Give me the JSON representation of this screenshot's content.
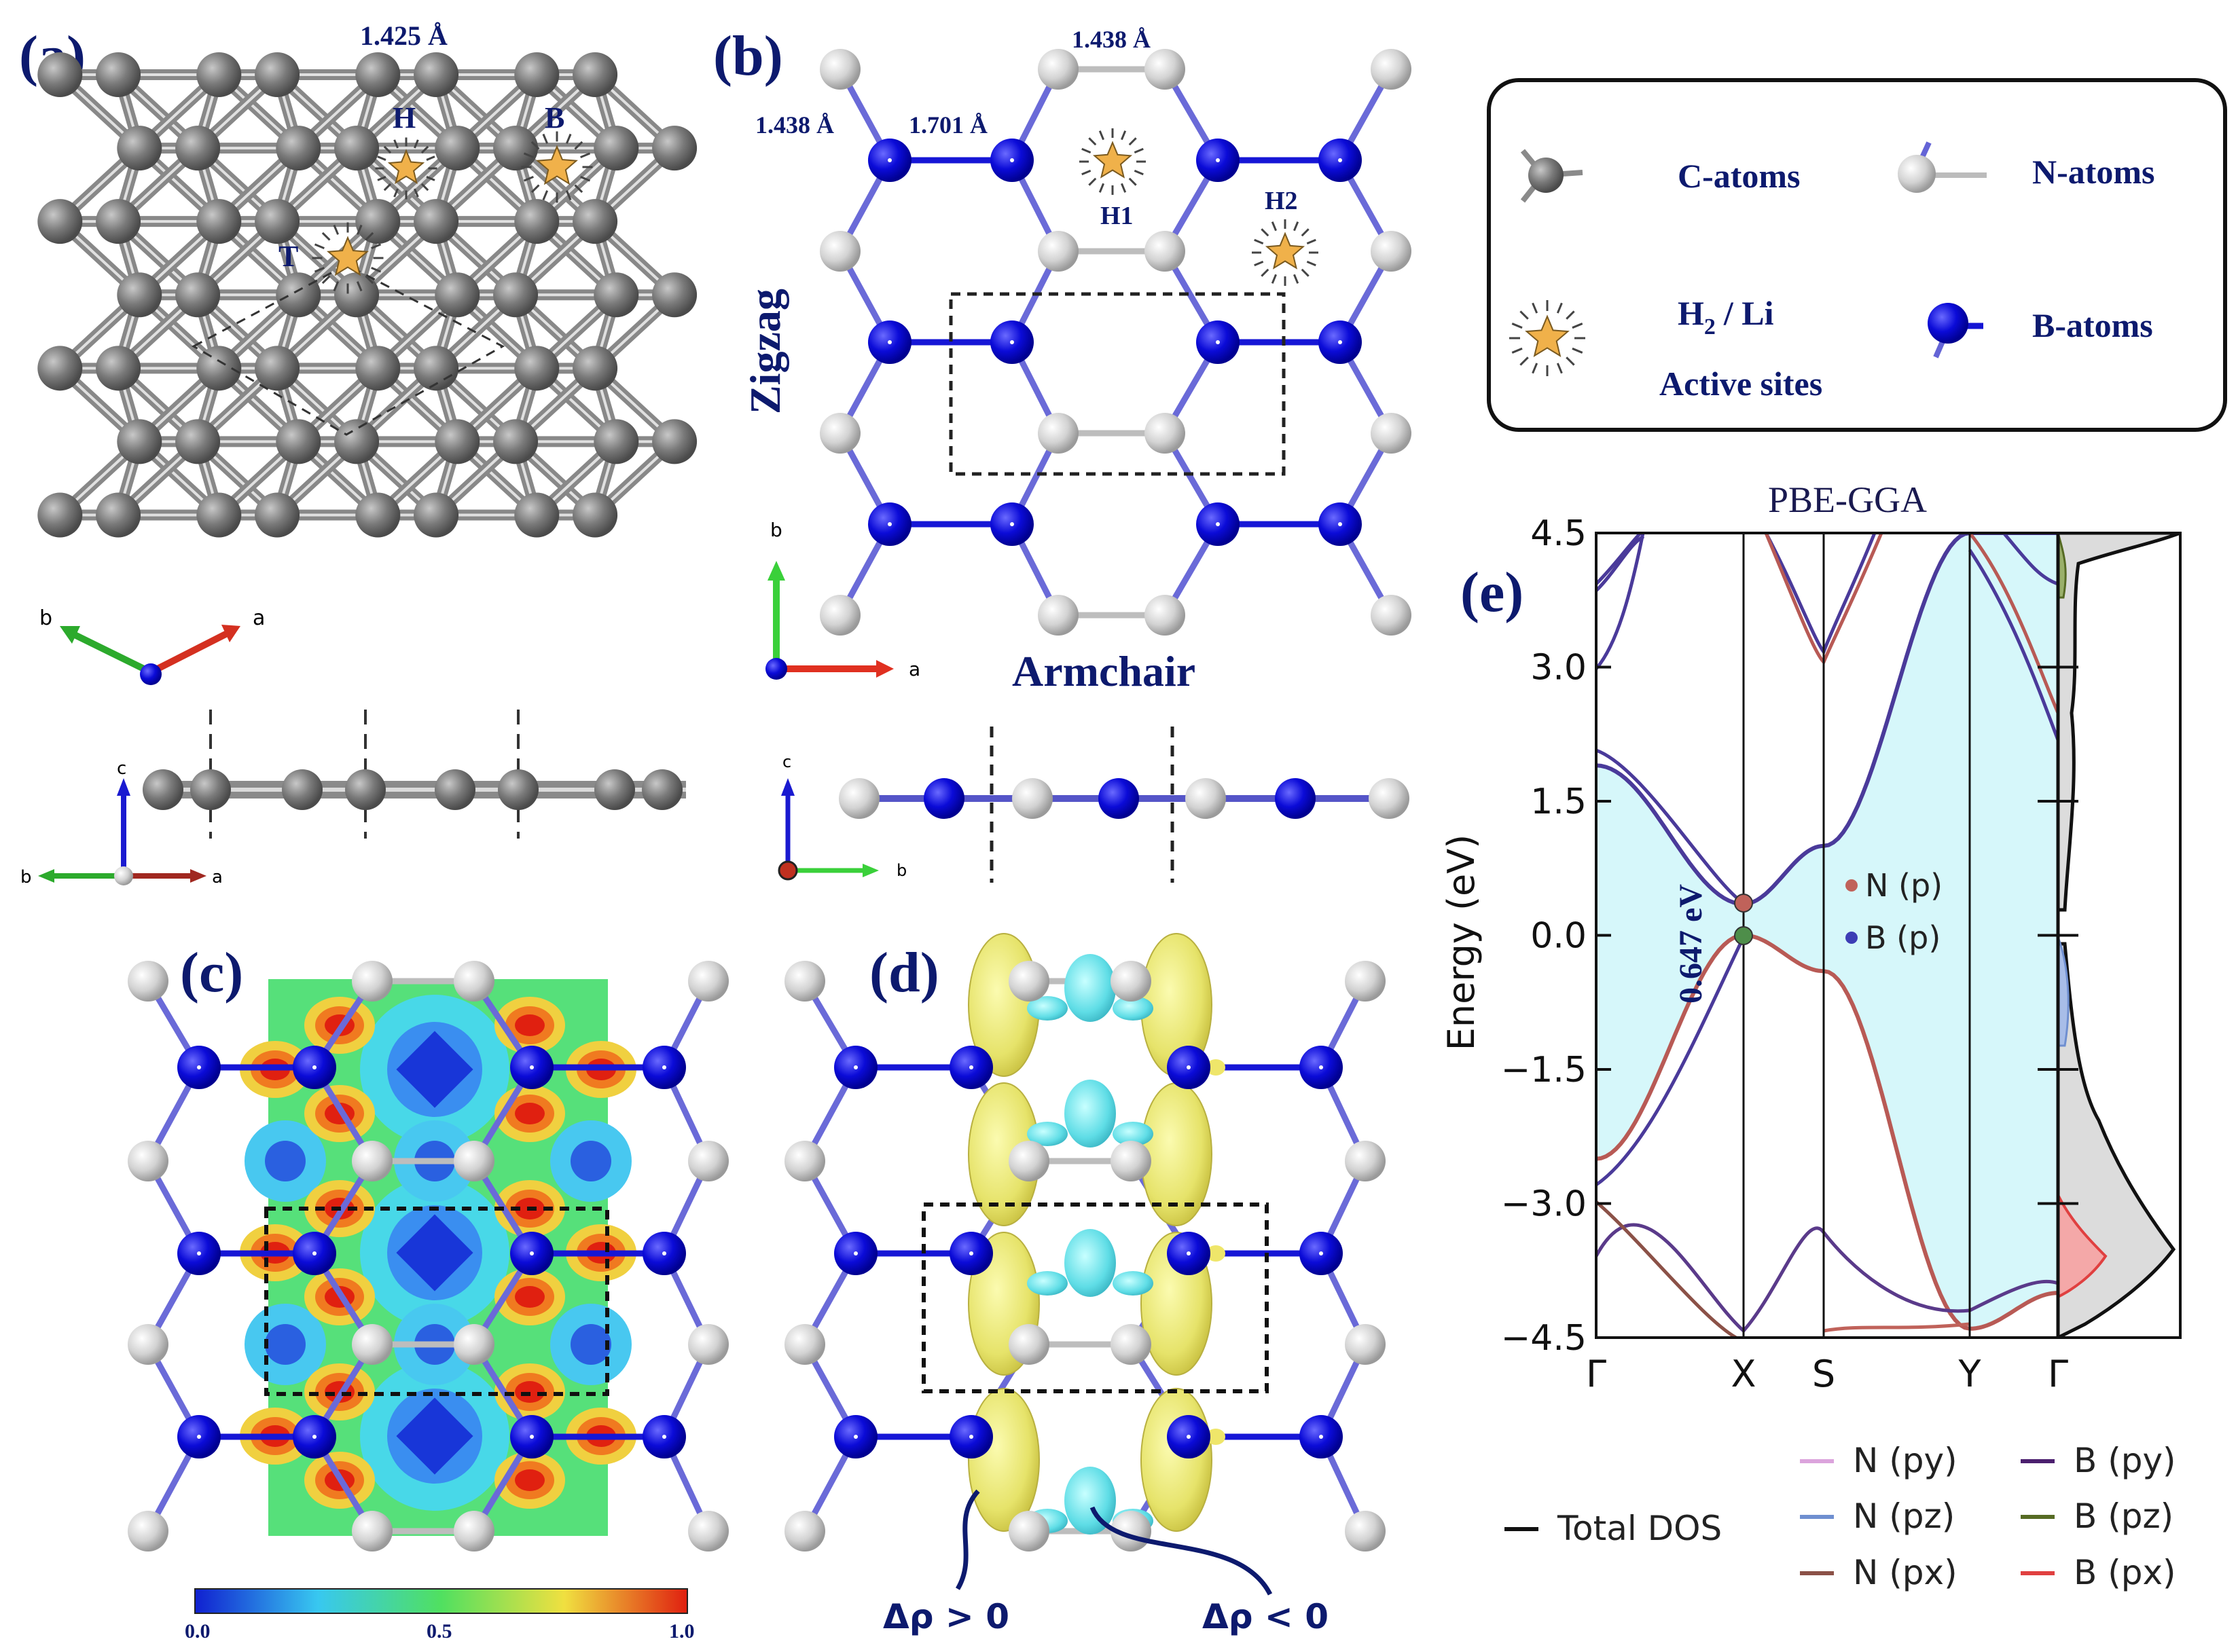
{
  "panels": {
    "a": "(a)",
    "b": "(b)",
    "c": "(c)",
    "d": "(d)",
    "e": "(e)"
  },
  "panel_a": {
    "bond_length": "1.425 Å",
    "site_H": "H",
    "site_B": "B",
    "site_T": "T",
    "axis_a": "a",
    "axis_b": "b",
    "axis_c": "c"
  },
  "panel_b": {
    "bond_top": "1.438 Å",
    "bond_left": "1.438 Å",
    "bond_mid": "1.701 Å",
    "site_H1": "H1",
    "site_H2": "H2",
    "zigzag": "Zigzag",
    "armchair": "Armchair",
    "axis_a": "a",
    "axis_b": "b",
    "axis_c": "c"
  },
  "legend": {
    "c_atoms": "C-atoms",
    "n_atoms": "N-atoms",
    "b_atoms": "B-atoms",
    "sites_line1": "H",
    "sites_sub": "2",
    "sites_line1b": "/ Li",
    "sites_line2": "Active sites"
  },
  "panel_c": {
    "colorbar_ticks": [
      "0.0",
      "0.5",
      "1.0"
    ]
  },
  "panel_d": {
    "delta_pos": "Δρ > 0",
    "delta_neg": "Δρ < 0"
  },
  "colors": {
    "navy": "#0d1a6e",
    "carbon": "#6b6b6b",
    "boron": "#0a0ad6",
    "nitrogen": "#cfcfcf",
    "star": "#f0b14a",
    "region": "#d6f7fa",
    "n_p": "#c0625a",
    "b_p": "#3d3db5"
  },
  "chart_data": {
    "type": "line",
    "title": "PBE-GGA",
    "ylabel": "Energy (eV)",
    "xlabel": "",
    "ylim": [
      -4.5,
      4.5
    ],
    "yticks": [
      "4.5",
      "3.0",
      "1.5",
      "0.0",
      "−1.5",
      "−3.0",
      "−4.5"
    ],
    "kpoints": [
      "Γ",
      "X",
      "S",
      "Y",
      "Γ"
    ],
    "gap_annotation": "0.647 eV",
    "band_gap_eV": 0.647,
    "pdos_markers": [
      {
        "name": "N (p)",
        "color": "#c0625a"
      },
      {
        "name": "B (p)",
        "color": "#3d3db5"
      }
    ],
    "legend": [
      {
        "name": "Total DOS",
        "color": "#111111"
      },
      {
        "name": "N (py)",
        "color": "#dba4dc"
      },
      {
        "name": "N (pz)",
        "color": "#6f8fd0"
      },
      {
        "name": "N (px)",
        "color": "#8b5147"
      },
      {
        "name": "B (py)",
        "color": "#4b1f6e"
      },
      {
        "name": "B (pz)",
        "color": "#566b24"
      },
      {
        "name": "B (px)",
        "color": "#e04040"
      }
    ],
    "series": [
      {
        "band": "valence",
        "x": [
          0,
          1,
          2,
          3,
          4
        ],
        "y": [
          -2.5,
          0.0,
          -0.4,
          -4.4,
          -4.0
        ]
      },
      {
        "band": "conduction",
        "x": [
          0,
          1,
          2,
          3,
          4
        ],
        "y": [
          1.9,
          0.35,
          1.0,
          4.5,
          4.5
        ]
      }
    ]
  }
}
